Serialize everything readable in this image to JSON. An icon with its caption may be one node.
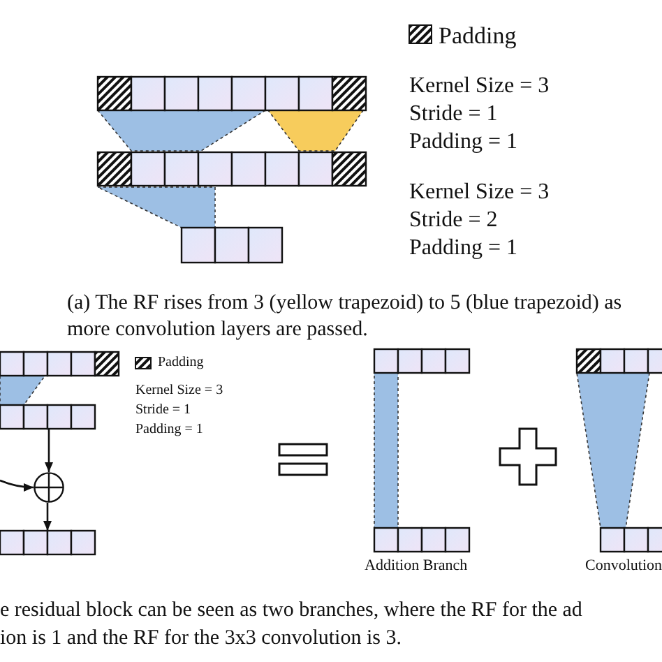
{
  "diagram": {
    "nodes": [
      {
        "text": [],
        "shape": "bar"
      },
      {
        "text": [],
        "shape": "bar"
      },
      {
        "text": [],
        "shape": "bar"
      },
      {
        "text": [],
        "shape": "bar"
      },
      {
        "text": [],
        "shape": "bar"
      },
      {
        "text": [],
        "shape": "circle"
      },
      {
        "text": [],
        "shape": "bar"
      },
      {
        "text": [],
        "shape": "bar"
      },
      {
        "text": [],
        "shape": "bar"
      },
      {
        "text": [],
        "shape": "bar"
      },
      {
        "text": [],
        "shape": "bar"
      }
    ],
    "edges": [
      {
        "from": 4,
        "to": 5,
        "arrow": "to"
      },
      {
        "from": 5,
        "to": 6,
        "arrow": "to"
      },
      {
        "from": null,
        "to": 5,
        "arrow": "to"
      }
    ],
    "labels": [
      "Kernel Size = 3",
      "Stride = 1",
      "Padding = 1",
      "Kernel Size = 3",
      "Stride = 2",
      "Padding = 1",
      "(a) The RF rises from 3 (yellow trapezoid) to 5 (blue trapezoid) as more convolution layers are passed.",
      "Kernel Size = 3",
      "Stride = 1",
      "Padding = 1",
      "Addition Branch",
      "Convolution",
      "e residual block can be seen as two branches, where the RF for the ad",
      "ion is 1 and the RF for the 3x3 convolution is 3."
    ],
    "legend": [
      {
        "text": "Padding"
      },
      {
        "text": "Padding"
      }
    ]
  }
}
